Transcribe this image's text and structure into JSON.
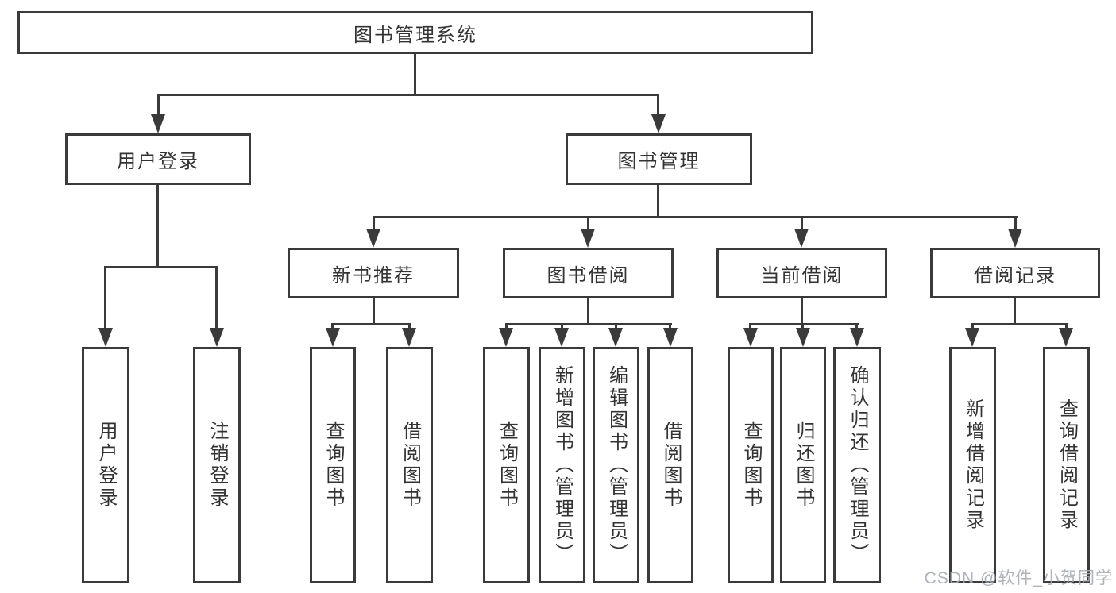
{
  "diagram_title": "图书管理系统",
  "accent_color": "#3a3a3a",
  "text_color": "#333333",
  "nodes": {
    "root": "图书管理系统",
    "user_login_branch": "用户登录",
    "book_management_branch": "图书管理",
    "new_book_recommend": "新书推荐",
    "book_borrow": "图书借阅",
    "current_borrow": "当前借阅",
    "borrow_record": "借阅记录",
    "leaf_user_login": "用户登录",
    "leaf_logout": "注销登录",
    "leaf_nb_query_book": "查询图书",
    "leaf_nb_borrow_book": "借阅图书",
    "leaf_bb_query_book": "查询图书",
    "leaf_bb_add_book": "新增图书（管理员）",
    "leaf_bb_edit_book": "编辑图书（管理员）",
    "leaf_bb_borrow_book": "借阅图书",
    "leaf_cb_query_book": "查询图书",
    "leaf_cb_return_book": "归还图书",
    "leaf_cb_confirm_return": "确认归还（管理员）",
    "leaf_br_add_record": "新增借阅记录",
    "leaf_br_query_record": "查询借阅记录"
  },
  "watermark": "CSDN @软件_小贺同学"
}
